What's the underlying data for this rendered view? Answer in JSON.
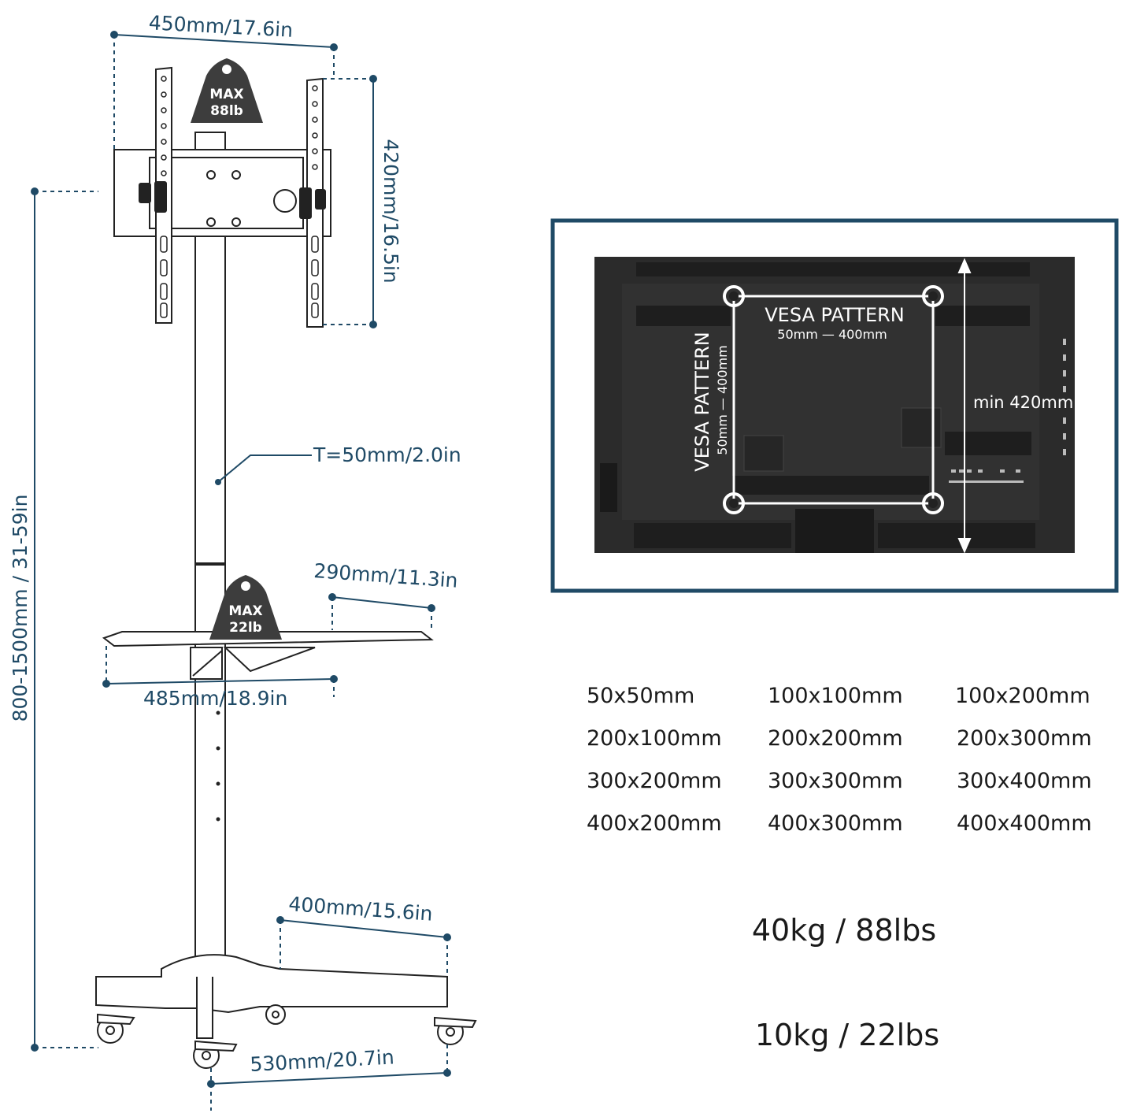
{
  "dimensions": {
    "bracket_width": "450mm/17.6in",
    "bracket_height": "420mm/16.5in",
    "height_range": "800-1500mm / 31-59in",
    "tube_thickness": "T=50mm/2.0in",
    "shelf_depth": "290mm/11.3in",
    "shelf_width": "485mm/18.9in",
    "base_depth": "400mm/15.6in",
    "base_width": "530mm/20.7in"
  },
  "badges": {
    "top": {
      "line1": "MAX",
      "line2": "88lb"
    },
    "shelf": {
      "line1": "MAX",
      "line2": "22lb"
    }
  },
  "tv_panel": {
    "vesa_title": "VESA PATTERN",
    "vesa_range_h": "50mm  —  400mm",
    "vesa_title_vertical": "VESA PATTERN",
    "vesa_range_v": "50mm  —  400mm",
    "min_height": "min 420mm"
  },
  "vesa_sizes": [
    [
      "50x50mm",
      "100x100mm",
      "100x200mm"
    ],
    [
      "200x100mm",
      "200x200mm",
      "200x300mm"
    ],
    [
      "300x200mm",
      "300x300mm",
      "300x400mm"
    ],
    [
      "400x200mm",
      "400x300mm",
      "400x400mm"
    ]
  ],
  "capacities": {
    "tv": "40kg / 88lbs",
    "shelf": "10kg / 22lbs"
  },
  "colors": {
    "accent": "#1f4a66",
    "frame": "#1f4a66",
    "tv_body": "#2b2b2b",
    "line": "#222222"
  }
}
